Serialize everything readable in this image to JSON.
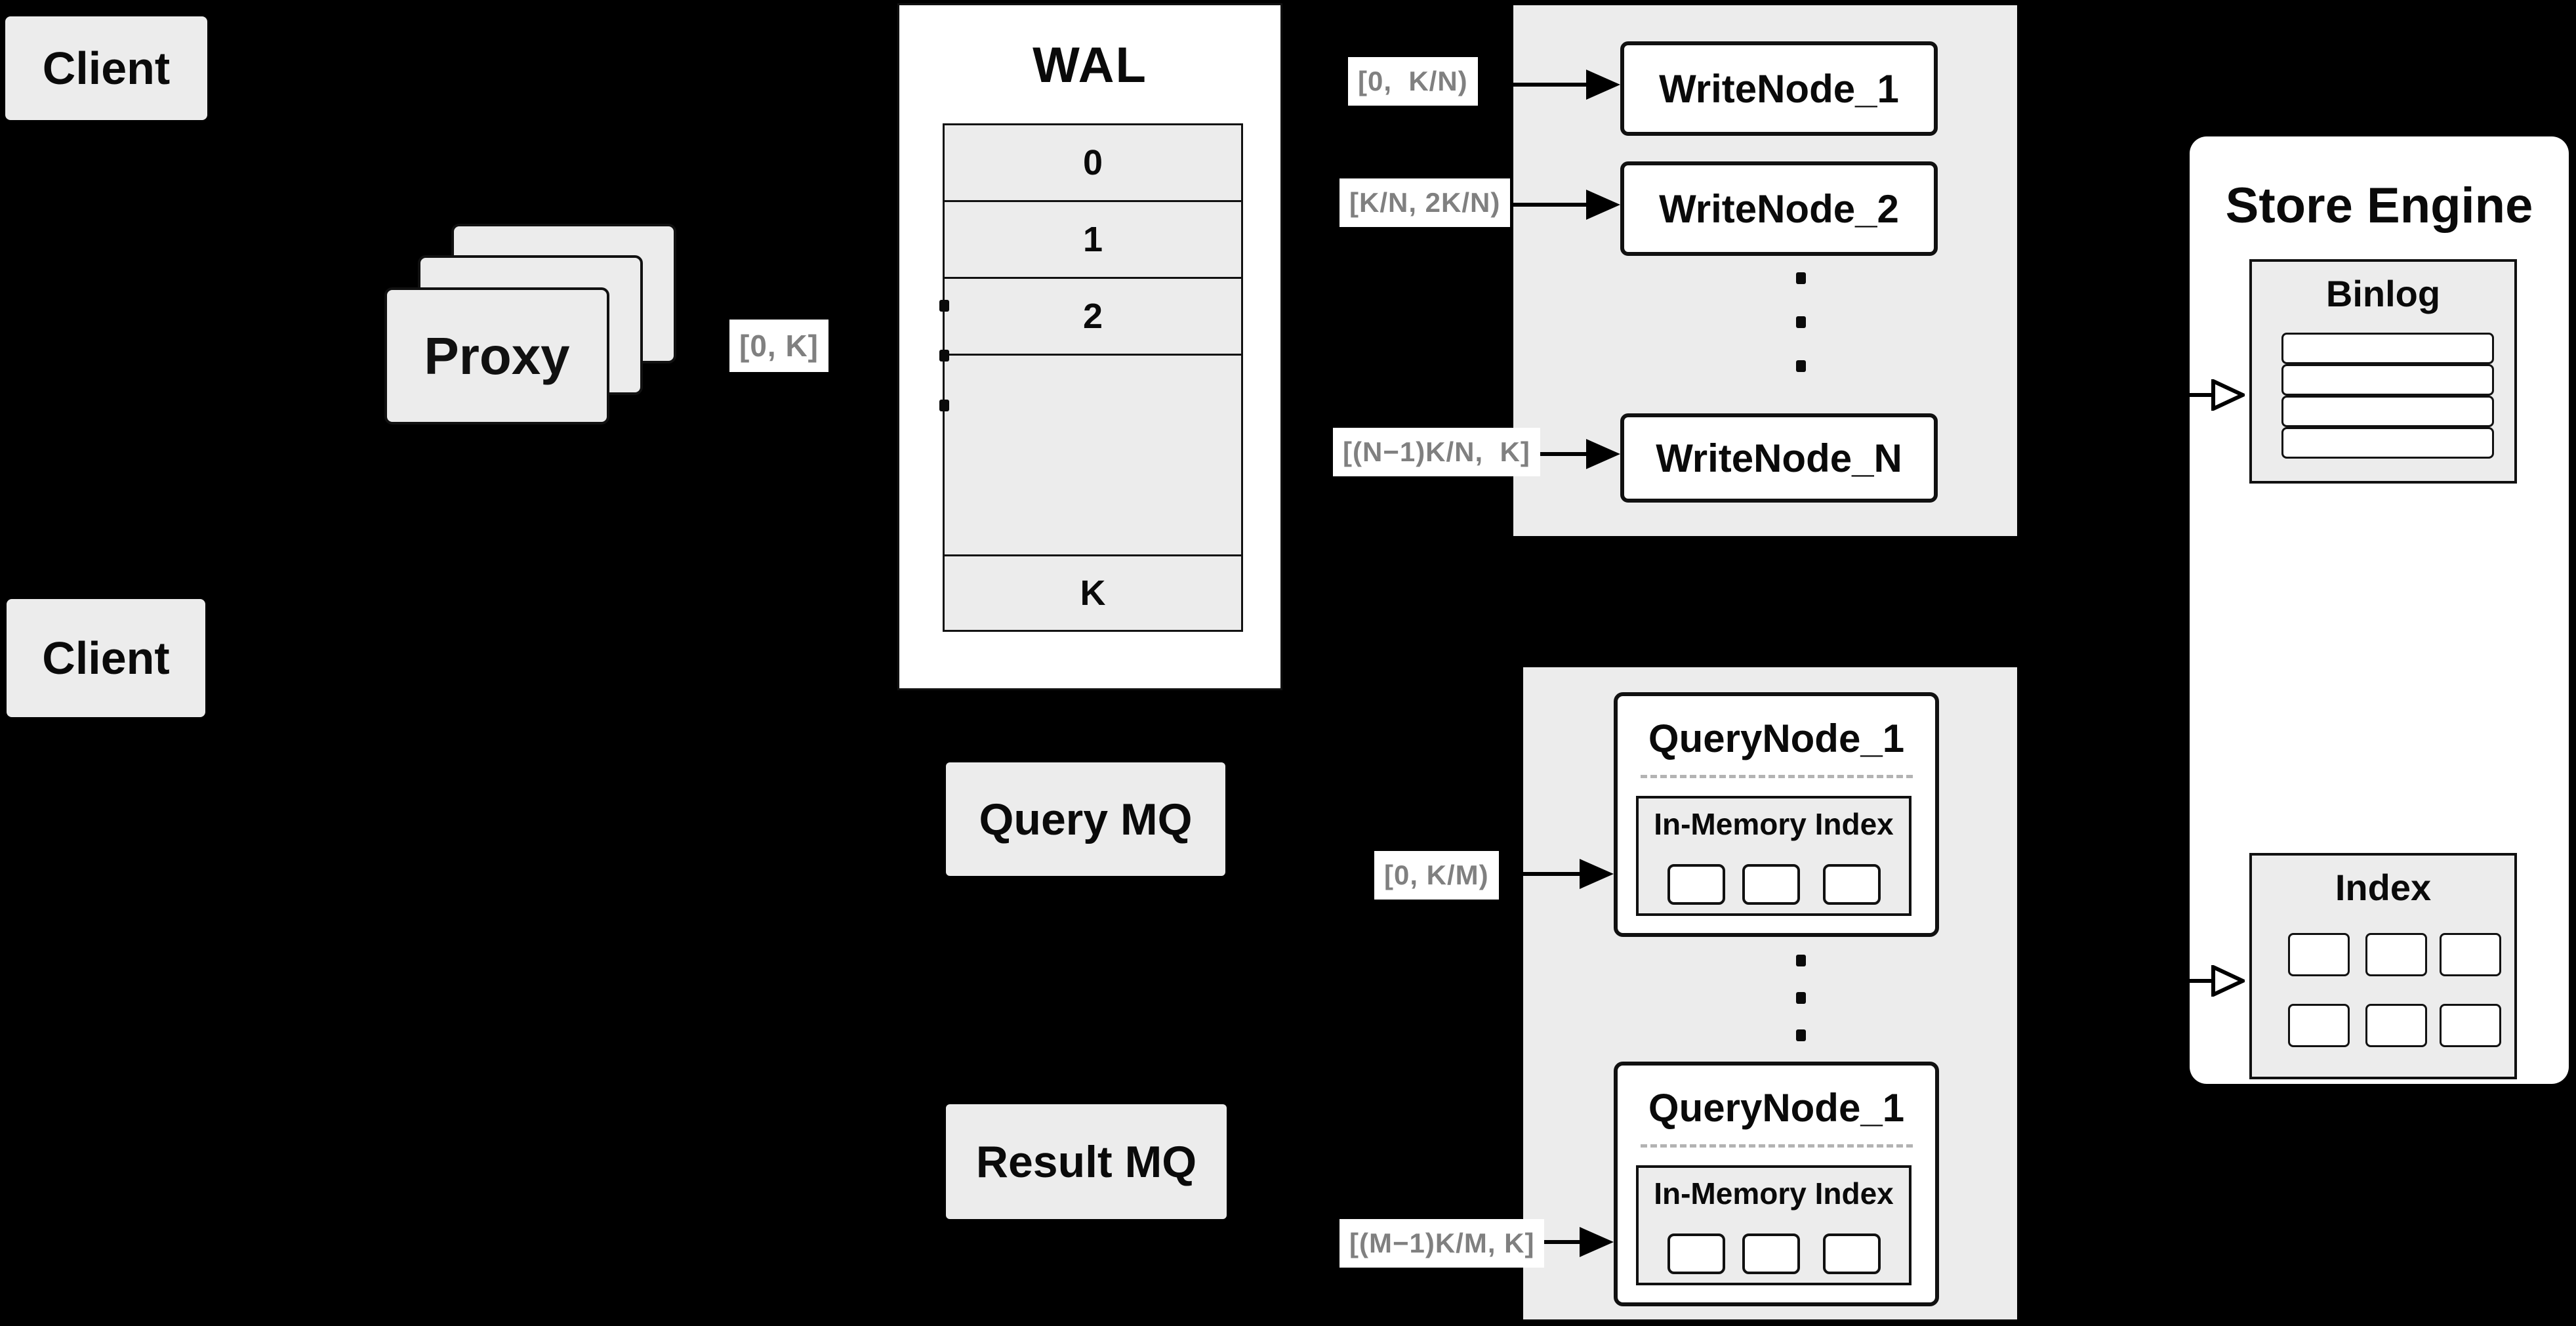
{
  "colors": {
    "background": "#000000",
    "panel_fill": "#ececec",
    "node_fill": "#ffffff",
    "border": "#111111",
    "interval_text": "#808080",
    "dashed_separator": "#b3b3b3"
  },
  "clients": {
    "top": "Client",
    "bottom": "Client"
  },
  "proxy": {
    "label": "Proxy"
  },
  "wal": {
    "title": "WAL",
    "rows": [
      "0",
      "1",
      "2",
      "K"
    ]
  },
  "interval_labels": {
    "proxy_out": "[0, K]",
    "write_1": "[0,  K/N)",
    "write_2": "[K/N, 2K/N)",
    "write_n": "[(N−1)K/N,  K]",
    "query_first": "[0, K/M)",
    "query_last": "[(M−1)K/M, K]"
  },
  "write_group": {
    "node_labels": [
      "WriteNode_1",
      "WriteNode_2",
      "WriteNode_N"
    ]
  },
  "mq": {
    "query": "Query MQ",
    "result": "Result MQ"
  },
  "query_group": {
    "nodes": [
      {
        "title": "QueryNode_1",
        "inner_title": "In-Memory Index"
      },
      {
        "title": "QueryNode_1",
        "inner_title": "In-Memory Index"
      }
    ]
  },
  "store": {
    "title": "Store Engine",
    "binlog_title": "Binlog",
    "index_title": "Index"
  }
}
